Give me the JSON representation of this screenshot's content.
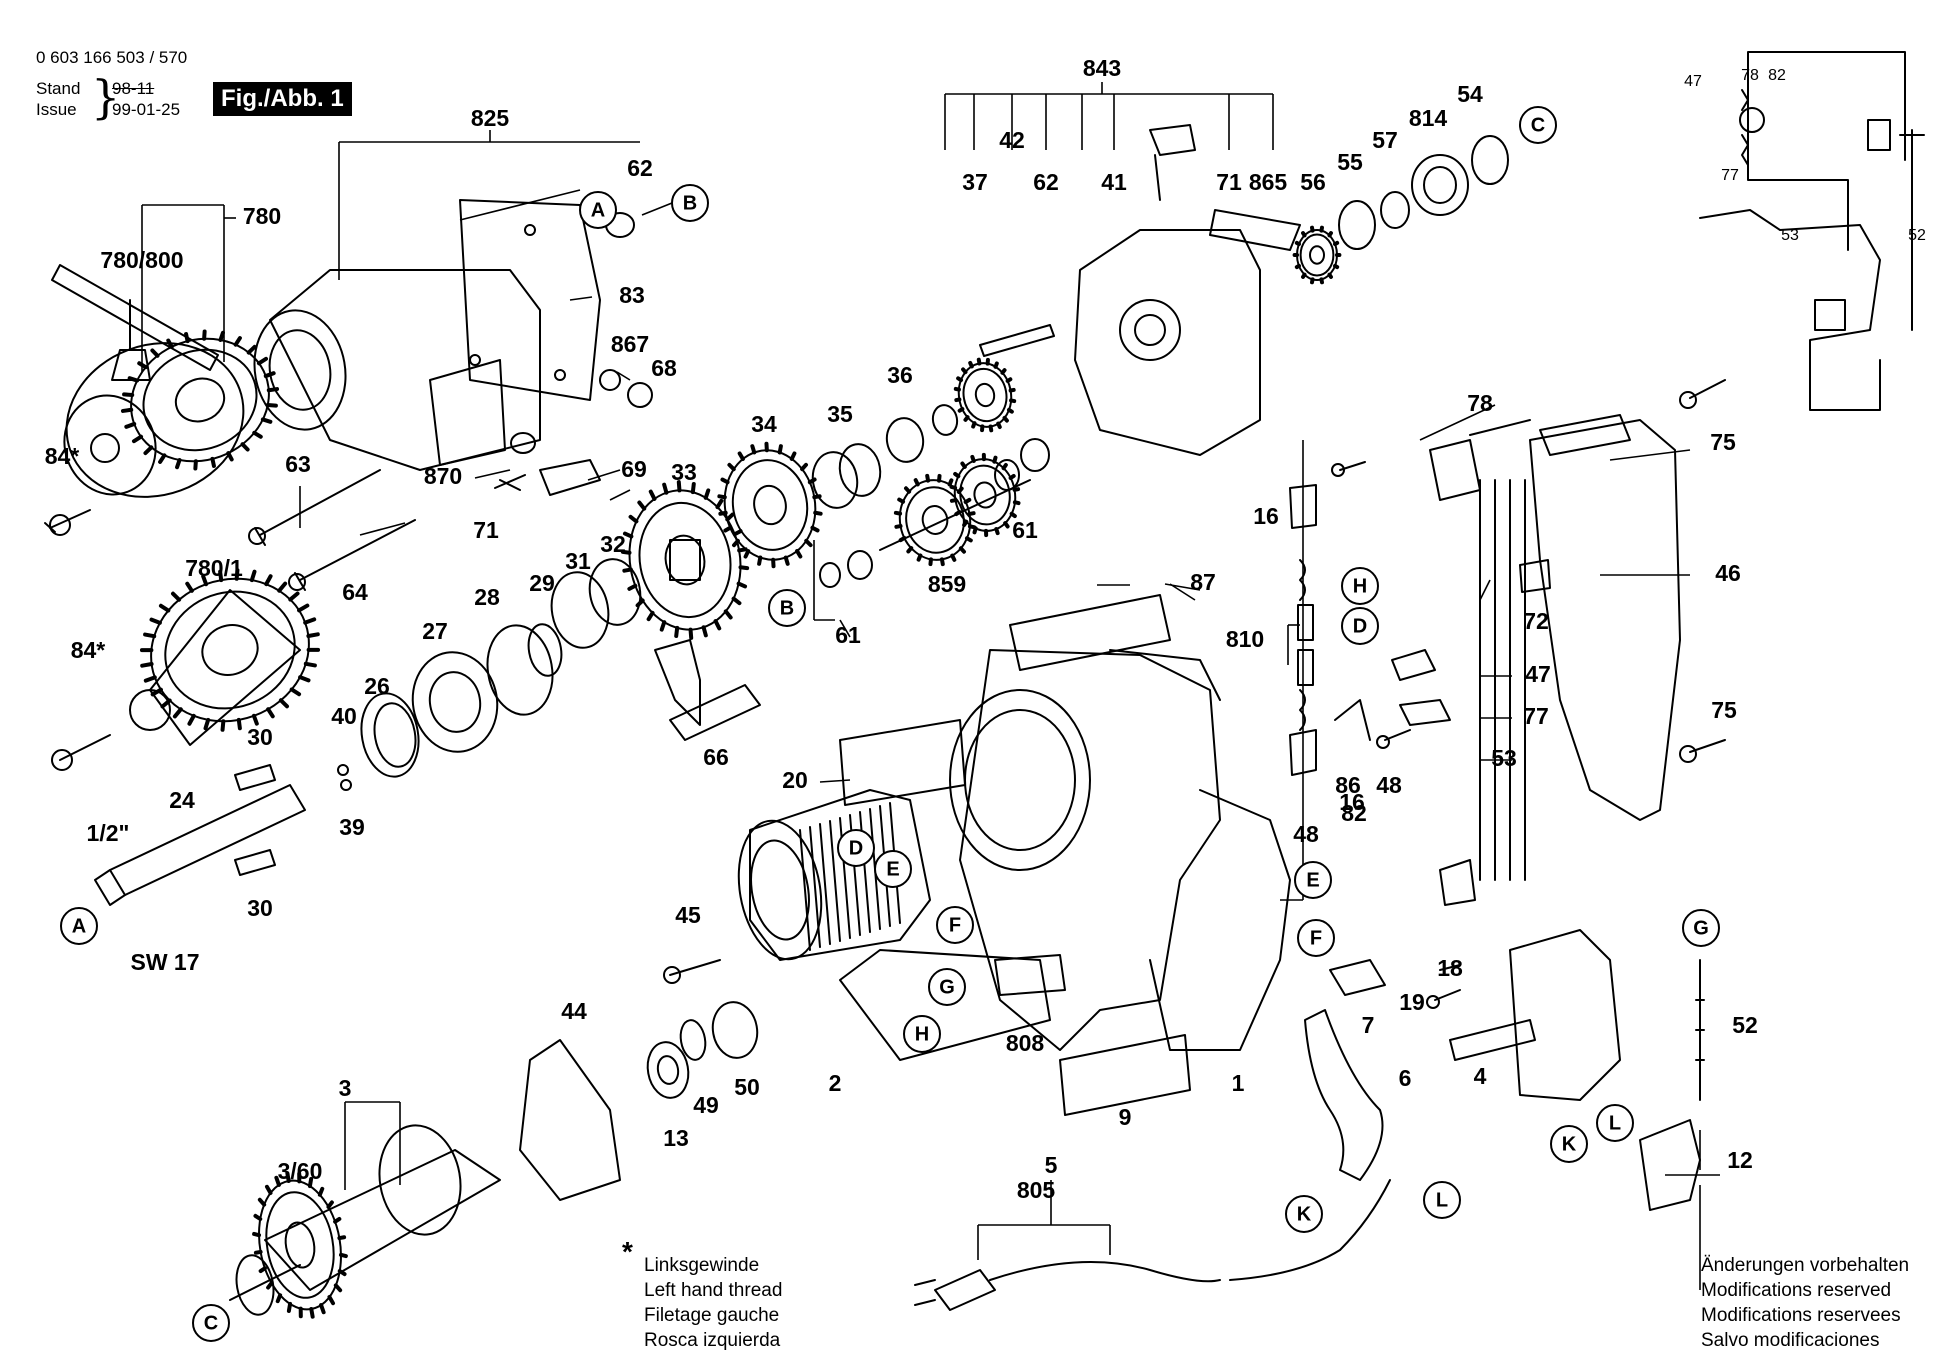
{
  "header": {
    "doc_number": "0 603 166 503 / 570",
    "stand_label": "Stand",
    "stand_old_date": "98-11",
    "issue_label": "Issue",
    "issue_date": "99-01-25",
    "figure_label": "Fig./Abb. 1"
  },
  "part_labels": [
    "825",
    "780",
    "780/800",
    "62",
    "83",
    "867",
    "68",
    "84*",
    "63",
    "870",
    "71",
    "69",
    "780/1",
    "64",
    "84*",
    "30",
    "24",
    "1/2\"",
    "SW 17",
    "30",
    "40",
    "39",
    "26",
    "27",
    "28",
    "29",
    "31",
    "32",
    "843",
    "42",
    "37",
    "62",
    "41",
    "71",
    "865",
    "56",
    "55",
    "57",
    "814",
    "54",
    "36",
    "35",
    "34",
    "33",
    "61",
    "859",
    "61",
    "66",
    "87",
    "20",
    "810",
    "16",
    "48",
    "16",
    "86",
    "48",
    "78",
    "75",
    "46",
    "72",
    "47",
    "77",
    "53",
    "75",
    "82",
    "18",
    "19",
    "7",
    "6",
    "45",
    "44",
    "3",
    "3/60",
    "13",
    "49",
    "50",
    "2",
    "808",
    "9",
    "1",
    "4",
    "5",
    "805",
    "52",
    "12",
    "47",
    "78",
    "82",
    "77",
    "53",
    "52"
  ],
  "callouts": [
    "A",
    "B",
    "C",
    "A",
    "B",
    "C",
    "D",
    "E",
    "F",
    "G",
    "H",
    "H",
    "D",
    "E",
    "F",
    "K",
    "L",
    "G",
    "K",
    "L"
  ],
  "footnote": {
    "marker": "*",
    "lines": [
      "Linksgewinde",
      "Left hand thread",
      "Filetage gauche",
      "Rosca izquierda"
    ]
  },
  "disclaimer": {
    "lines": [
      "Änderungen vorbehalten",
      "Modifications reserved",
      "Modifications reservees",
      "Salvo modificaciones"
    ]
  }
}
